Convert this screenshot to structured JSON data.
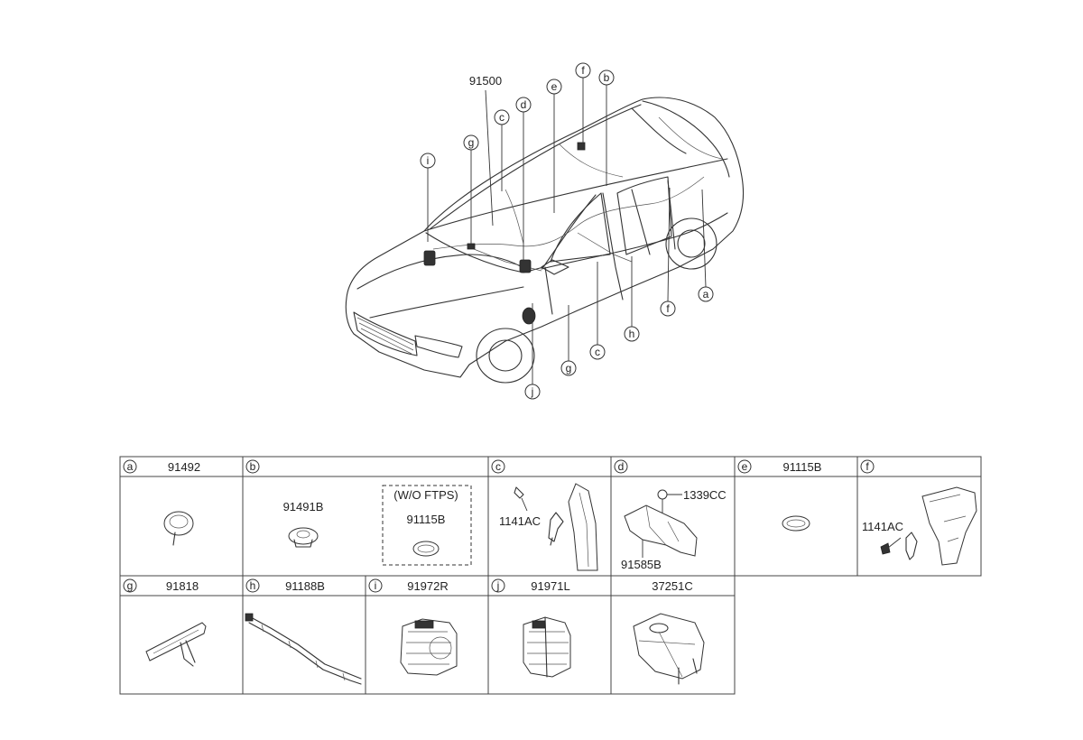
{
  "main_part_number": "91500",
  "callouts": [
    "i",
    "g",
    "c",
    "d",
    "e",
    "f",
    "b",
    "a",
    "f",
    "h",
    "c",
    "g",
    "j"
  ],
  "table": {
    "row1": [
      {
        "letter": "a",
        "part": "91492"
      },
      {
        "letter": "b",
        "part": "",
        "left_part": "91491B",
        "note": "(W/O FTPS)",
        "right_part": "91115B"
      },
      {
        "letter": "c",
        "part": "",
        "side_part": "1141AC"
      },
      {
        "letter": "d",
        "part": "",
        "top_part": "1339CC",
        "bottom_part": "91585B"
      },
      {
        "letter": "e",
        "part": "91115B"
      },
      {
        "letter": "f",
        "part": "",
        "side_part": "1141AC"
      }
    ],
    "row2": [
      {
        "letter": "g",
        "part": "91818"
      },
      {
        "letter": "h",
        "part": "91188B"
      },
      {
        "letter": "i",
        "part": "91972R"
      },
      {
        "letter": "j",
        "part": "91971L"
      },
      {
        "letter": "",
        "part": "37251C"
      }
    ]
  }
}
